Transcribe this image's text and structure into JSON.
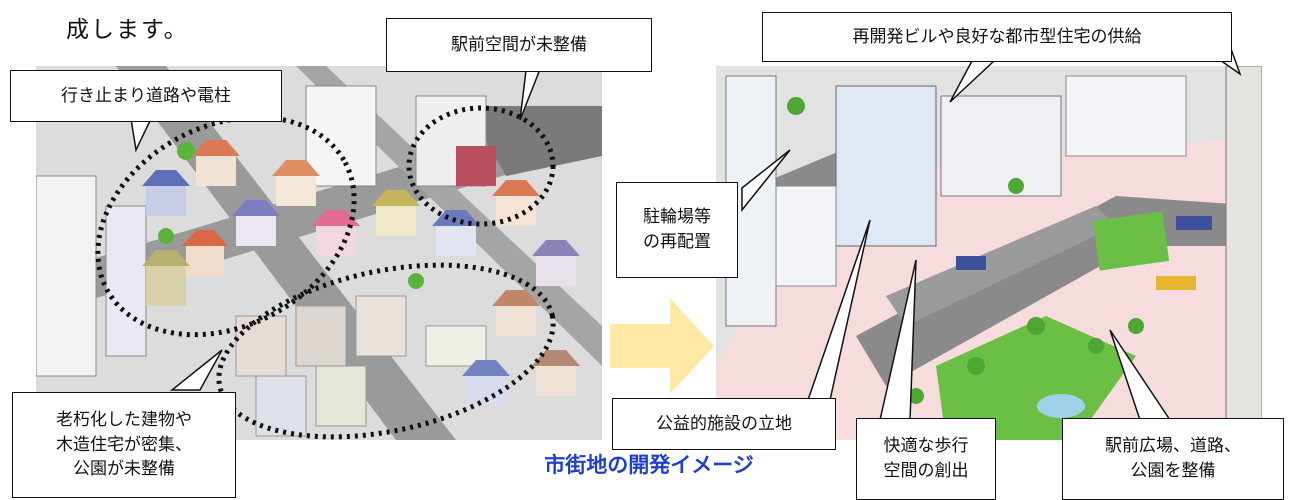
{
  "lead_text": "成します。",
  "caption": "市街地の開発イメージ",
  "before_callouts": {
    "dead_end": "行き止まり道路や電柱",
    "station_front": "駅前空間が未整備",
    "aging": "老朽化した建物や\n木造住宅が密集、\n公園が未整備"
  },
  "after_callouts": {
    "redevelopment": "再開発ビルや良好な都市型住宅の供給",
    "bicycle": "駐輪場等\nの再配置",
    "public_facility": "公益的施設の立地",
    "walkway": "快適な歩行\n空間の創出",
    "plaza": "駅前広場、道路、\n公園を整備"
  },
  "colors": {
    "arrow": "#fde8a6",
    "caption": "#1c3fd0",
    "plaza_pink": "#f6dcdc",
    "road_gray": "#8a8a8a",
    "park_green": "#6cbf45"
  }
}
